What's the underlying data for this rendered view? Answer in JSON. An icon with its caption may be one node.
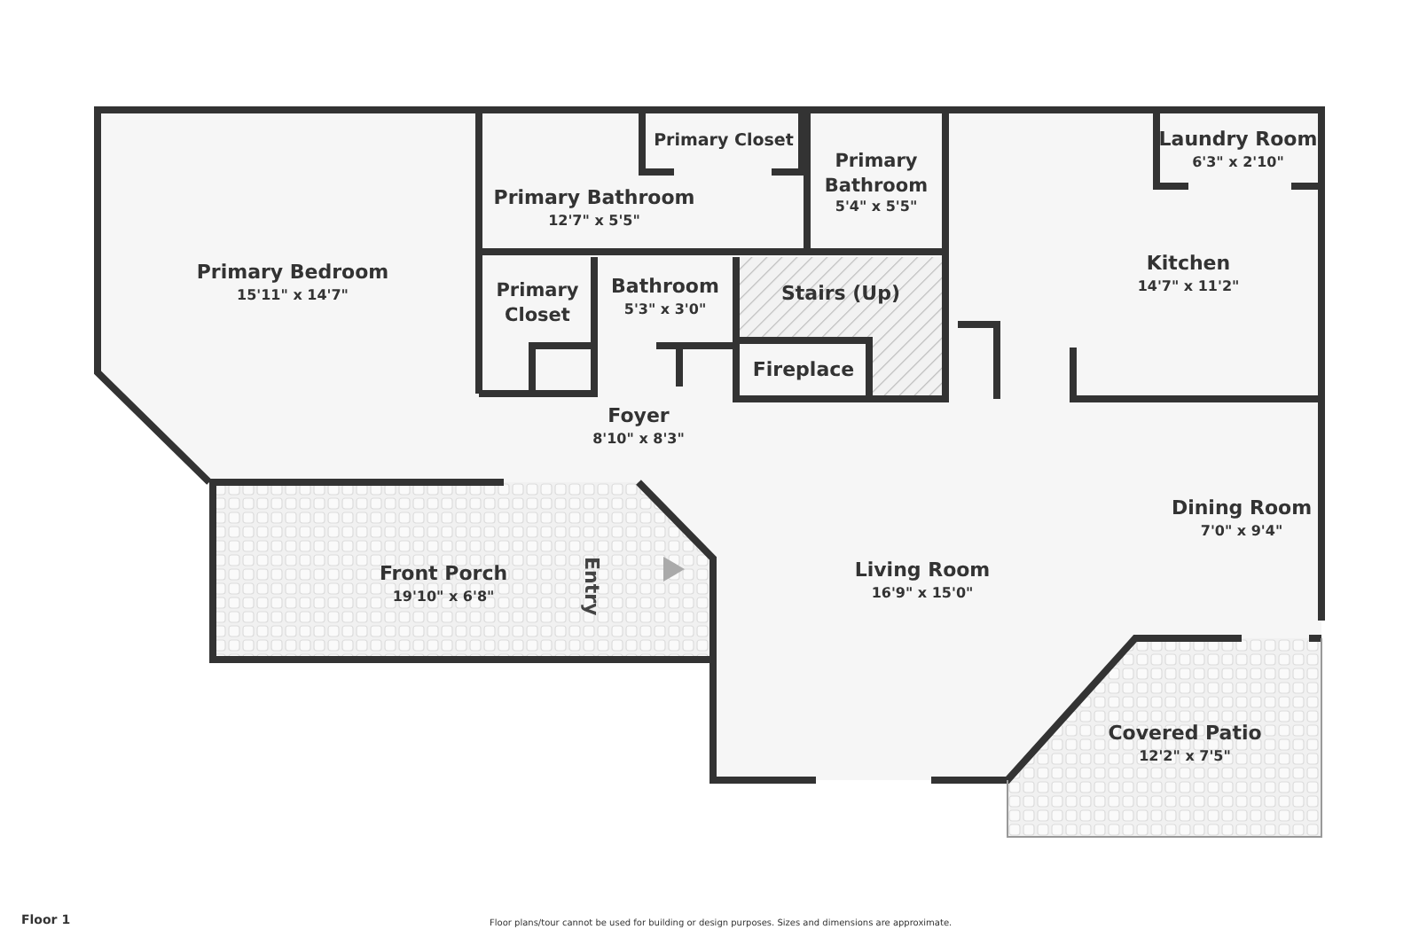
{
  "diagram": {
    "nodes": [
      {
        "text": [
          "Primary Bedroom",
          "15'11\" x 14'7\""
        ]
      },
      {
        "text": [
          "Primary Bathroom",
          "12'7\" x 5'5\""
        ]
      },
      {
        "text": [
          "Primary Closet"
        ]
      },
      {
        "text": [
          "Primary Bathroom",
          "5'4\" x 5'5\""
        ]
      },
      {
        "text": [
          "Laundry Room",
          "6'3\" x 2'10\""
        ]
      },
      {
        "text": [
          "Kitchen",
          "14'7\" x 11'2\""
        ]
      },
      {
        "text": [
          "Primary Closet"
        ]
      },
      {
        "text": [
          "Bathroom",
          "5'3\" x 3'0\""
        ]
      },
      {
        "text": [
          "Stairs (Up)"
        ]
      },
      {
        "text": [
          "Fireplace"
        ],
        "in": 8
      },
      {
        "text": [
          "Foyer",
          "8'10\" x 8'3\""
        ]
      },
      {
        "text": [
          "Dining Room",
          "7'0\" x 9'4\""
        ]
      },
      {
        "text": [
          "Front Porch",
          "19'10\" x 6'8\""
        ]
      },
      {
        "text": [
          "Living Room",
          "16'9\" x 15'0\""
        ]
      },
      {
        "text": [
          "Covered Patio",
          "12'2\" x 7'5\""
        ]
      }
    ],
    "labels": [
      "Entry",
      "Floor 1",
      "Floor plans/tour cannot be used for building or design purposes. Sizes and dimensions are approximate."
    ]
  }
}
